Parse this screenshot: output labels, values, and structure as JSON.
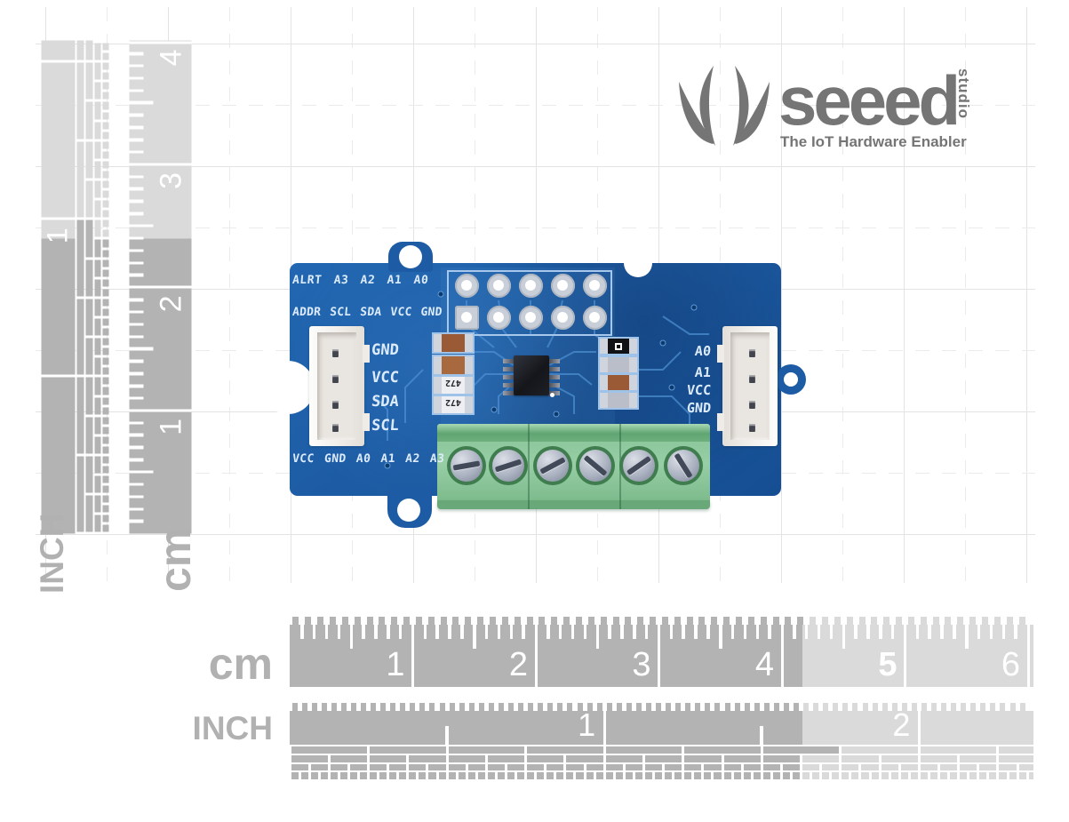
{
  "brand": {
    "name": "seeed",
    "suffix": "studio",
    "tagline": "The IoT Hardware Enabler"
  },
  "pcb": {
    "silk_top_row1": "ALRT A3 A2 A1 A0",
    "silk_top_row2": "ADDR SCL SDA VCC GND",
    "silk_bottom_row": "VCC GND A0 A1 A2 A3",
    "left_pin_labels": [
      "GND",
      "VCC",
      "SDA",
      "SCL"
    ],
    "right_pin_labels": [
      "A0",
      "A1",
      "VCC",
      "GND"
    ],
    "resistor_marking": "472"
  },
  "rulers": {
    "cm_label": "cm",
    "inch_label": "INCH",
    "h_cm_numbers": [
      "1",
      "2",
      "3",
      "4",
      "5",
      "6"
    ],
    "h_inch_numbers": [
      "1",
      "2"
    ],
    "v_cm_numbers": [
      "1",
      "2",
      "3",
      "4"
    ],
    "v_inch_numbers": [
      "1"
    ]
  },
  "colors": {
    "ruler_dark": "#b3b3b3",
    "ruler_light": "#dadada",
    "ruler_label_gray": "#b1b1b1",
    "logo_gray": "#757575",
    "pcb_blue": "#1d5ca4",
    "silk_text": "#dcebfb",
    "terminal_green": "#8cc69b",
    "connector_white": "#f3f1ee"
  }
}
